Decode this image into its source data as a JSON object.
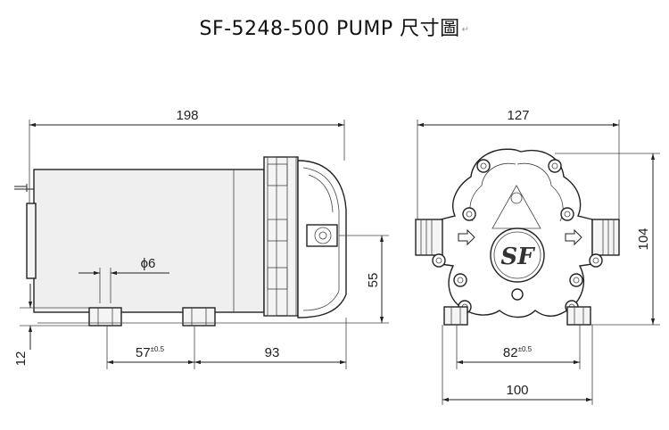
{
  "title": {
    "text": "SF-5248-500 PUMP  尺寸圖",
    "return_mark": "↵"
  },
  "dimensions": {
    "side_view": {
      "overall_length": "198",
      "shaft_dia": "ϕ6",
      "mount_spacing_value": "57",
      "mount_spacing_tol": "±0.5",
      "rear_offset": "93",
      "height_55": "55",
      "foot_height": "12"
    },
    "front_view": {
      "overall_width": "127",
      "height_104": "104",
      "bolt_spacing_value": "82",
      "bolt_spacing_tol": "±0.5",
      "base_width": "100"
    }
  },
  "logo": {
    "text": "SF"
  }
}
